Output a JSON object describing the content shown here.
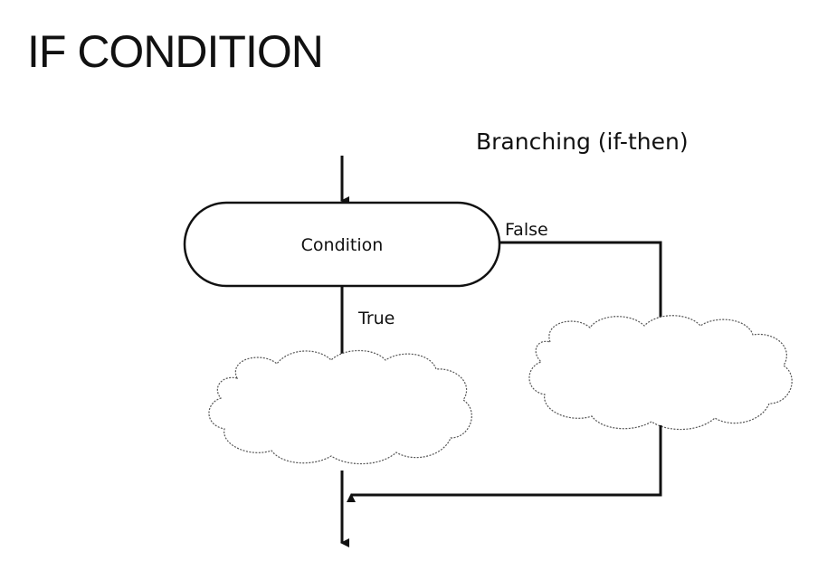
{
  "slide": {
    "title": "IF CONDITION"
  },
  "diagram": {
    "caption": "Branching (if-then)",
    "decision_label": "Condition",
    "true_label": "True",
    "false_label": "False"
  }
}
